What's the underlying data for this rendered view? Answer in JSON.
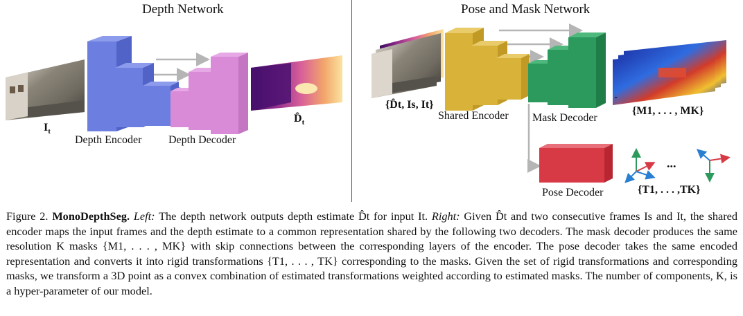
{
  "figure": {
    "left_title": "Depth Network",
    "right_title": "Pose and Mask Network",
    "input_label": "I",
    "input_label_sub": "t",
    "depth_encoder_label": "Depth Encoder",
    "depth_decoder_label": "Depth Decoder",
    "depth_output_label": "D̂",
    "depth_output_sub": "t",
    "pose_inputs_label": "{D̂t, Is, It}",
    "shared_encoder_label": "Shared Encoder",
    "mask_decoder_label": "Mask Decoder",
    "masks_label": "{M1, . . . , MK}",
    "pose_decoder_label": "Pose Decoder",
    "transforms_label": "{T1, . . . ,TK}",
    "ellipsis": "...",
    "ellipsis_small": "∙∙∙"
  },
  "caption": {
    "fig_number": "Figure 2.",
    "name": "MonoDepthSeg.",
    "left_word": "Left:",
    "left_text": "The depth network outputs depth estimate D̂t for input It.",
    "right_word": "Right:",
    "right_text": "Given D̂t and two consecutive frames Is and It, the shared encoder maps the input frames and the depth estimate to a common representation shared by the following two decoders. The mask decoder produces the same resolution K masks {M1, . . . , MK} with skip connections between the corresponding layers of the encoder. The pose decoder takes the same encoded representation and converts it into rigid transformations {T1, . . . , TK} corresponding to the masks.  Given the set of rigid transformations and corresponding masks, we transform a 3D point as a convex combination of estimated transformations weighted according to estimated masks. The number of components, K, is a hyper-parameter of our model."
  },
  "colors": {
    "depth_encoder": "#6c7fe0",
    "depth_decoder": "#d98bd8",
    "shared_encoder": "#d9b23a",
    "mask_decoder": "#2c9a5c",
    "pose_decoder": "#d83a45",
    "arrow": "#b5b5b5"
  }
}
